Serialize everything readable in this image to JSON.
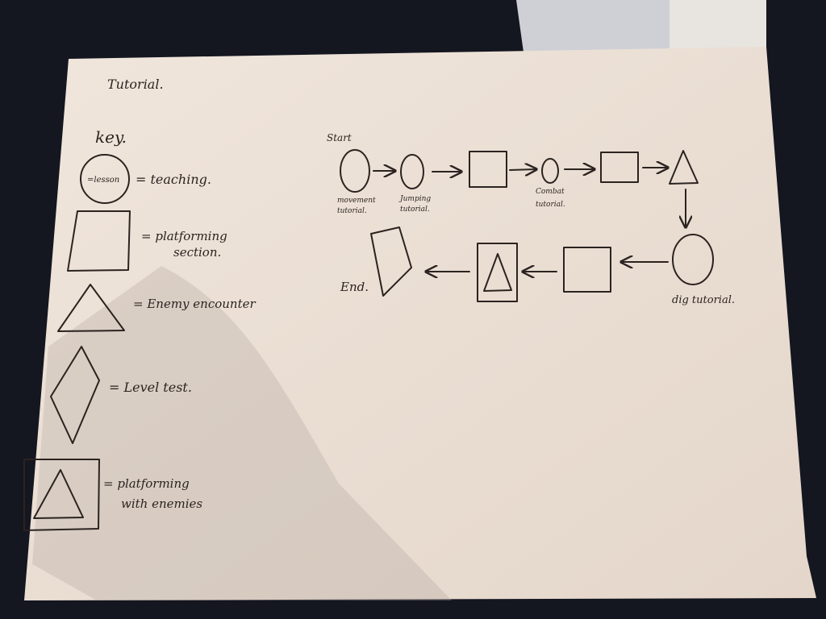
{
  "title": "Tutorial.",
  "key": {
    "heading": "key.",
    "items": [
      {
        "shape": "circle",
        "inner_text": "=lesson",
        "label": "= teaching."
      },
      {
        "shape": "square",
        "label_line1": "= platforming",
        "label_line2": "section."
      },
      {
        "shape": "triangle",
        "label": "= Enemy encounter"
      },
      {
        "shape": "diamond",
        "label": "= Level test."
      },
      {
        "shape": "square-with-triangle",
        "label_line1": "= platforming",
        "label_line2": "with enemies"
      }
    ]
  },
  "flow": {
    "start_label": "Start",
    "end_label": "End.",
    "nodes": [
      {
        "shape": "circle",
        "label_line1": "movement",
        "label_line2": "tutorial."
      },
      {
        "shape": "circle",
        "label_line1": "Jumping",
        "label_line2": "tutorial."
      },
      {
        "shape": "square"
      },
      {
        "shape": "circle",
        "label_line1": "Combat",
        "label_line2": "tutorial."
      },
      {
        "shape": "square"
      },
      {
        "shape": "triangle"
      },
      {
        "shape": "circle",
        "label_line1": "dig tutorial."
      },
      {
        "shape": "square"
      },
      {
        "shape": "square-with-triangle"
      },
      {
        "shape": "diamond"
      }
    ]
  },
  "colors": {
    "paper": "#eadfd6",
    "ink": "#2b2320",
    "background": "#141620"
  }
}
